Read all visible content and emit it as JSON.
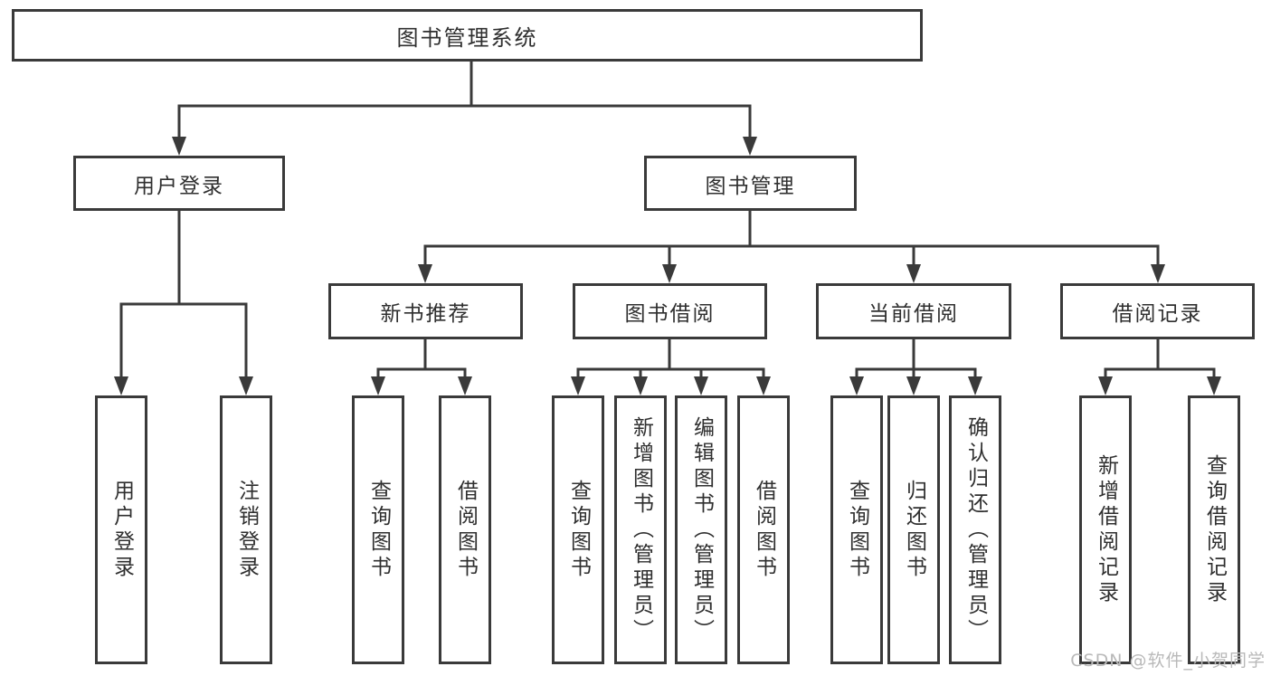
{
  "root": {
    "label": "图书管理系统"
  },
  "level2": {
    "user_login": {
      "label": "用户登录"
    },
    "book_management": {
      "label": "图书管理"
    }
  },
  "level3": {
    "new_book_recommend": {
      "label": "新书推荐"
    },
    "book_borrow": {
      "label": "图书借阅"
    },
    "current_borrow": {
      "label": "当前借阅"
    },
    "borrow_records": {
      "label": "借阅记录"
    }
  },
  "leaves": {
    "user_login": {
      "label": "用户登录"
    },
    "logout": {
      "label": "注销登录"
    },
    "query_books_recommend": {
      "label": "查询图书"
    },
    "borrow_books_recommend": {
      "label": "借阅图书"
    },
    "query_books_borrow": {
      "label": "查询图书"
    },
    "add_books_admin": {
      "label": "新增图书（管理员）"
    },
    "edit_books_admin": {
      "label": "编辑图书（管理员）"
    },
    "borrow_books": {
      "label": "借阅图书"
    },
    "query_books_current": {
      "label": "查询图书"
    },
    "return_books": {
      "label": "归还图书"
    },
    "confirm_return_admin": {
      "label": "确认归还（管理员）"
    },
    "add_borrow_record": {
      "label": "新增借阅记录"
    },
    "query_borrow_record": {
      "label": "查询借阅记录"
    }
  },
  "watermark": {
    "text": "CSDN @软件_小贺同学"
  },
  "colors": {
    "line": "#3a3a3a",
    "text": "#2f2f2f",
    "background": "#ffffff",
    "watermark": "#b9b9b9"
  }
}
